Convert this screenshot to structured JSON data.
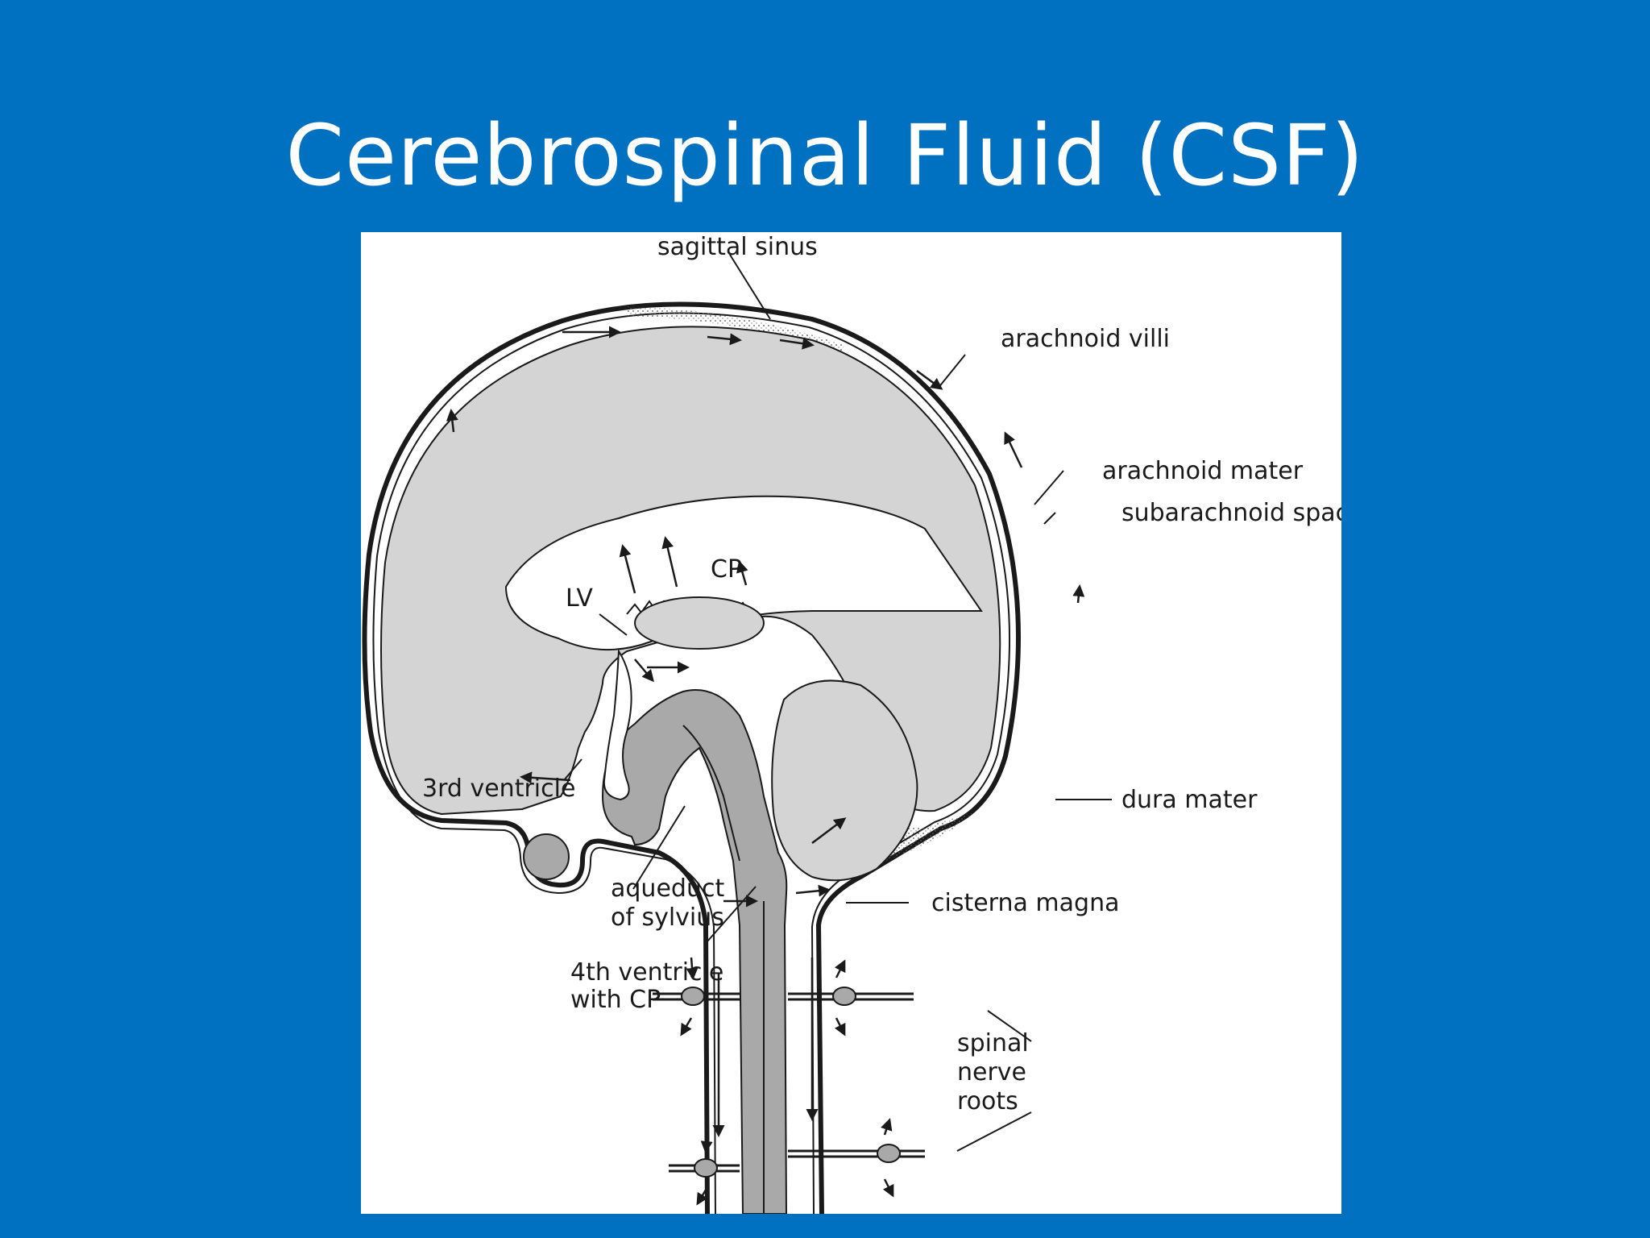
{
  "slide": {
    "title": "Cerebrospinal Fluid (CSF)",
    "colors": {
      "background": "#0070C0",
      "title_text": "#FFFFFF",
      "panel": "#FFFFFF",
      "brain_fill": "#D4D4D4",
      "brainstem_fill": "#A9A9A9",
      "line": "#1A1A1A"
    }
  },
  "diagram": {
    "labels": {
      "sagittal_sinus": "sagittal sinus",
      "arachnoid_villi": "arachnoid villi",
      "arachnoid_mater": "arachnoid mater",
      "subarachnoid_space": "subarachnoid space",
      "lv": "LV",
      "cp": "CP",
      "dura_mater": "dura mater",
      "third_ventricle": "3rd ventricle",
      "aqueduct_line1": "aqueduct",
      "aqueduct_line2": "of sylvius",
      "cisterna_magna": "cisterna magna",
      "fourth_ventricle_line1": "4th ventricle",
      "fourth_ventricle_line2": "with CP",
      "spinal_line1": "spinal",
      "spinal_line2": "nerve",
      "spinal_line3": "roots"
    }
  }
}
